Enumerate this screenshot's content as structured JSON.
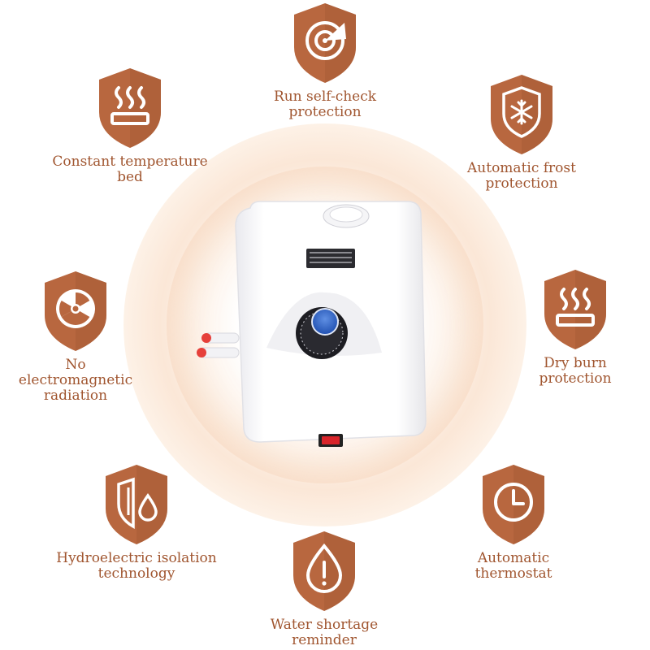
{
  "colors": {
    "badge": "#b8673f",
    "badge_dark": "#a55a35",
    "text": "#a0552f",
    "icon_line": "#ffffff"
  },
  "features": [
    {
      "id": "run-self-check",
      "icon": "gauge-icon",
      "label": "Run self-check\nprotection"
    },
    {
      "id": "constant-temperature",
      "icon": "heat-plate-icon",
      "label": "Constant temperature\nbed"
    },
    {
      "id": "automatic-frost",
      "icon": "snowflake-shield-icon",
      "label": "Automatic frost\nprotection"
    },
    {
      "id": "no-radiation",
      "icon": "radiation-icon",
      "label": "No\nelectromagnetic\nradiation"
    },
    {
      "id": "dry-burn",
      "icon": "heat-plate-icon",
      "label": "Dry burn\nprotection"
    },
    {
      "id": "hydroelectric-isolation",
      "icon": "shield-drop-icon",
      "label": "Hydroelectric isolation\ntechnology"
    },
    {
      "id": "automatic-thermostat",
      "icon": "clock-icon",
      "label": "Automatic\nthermostat"
    },
    {
      "id": "water-shortage",
      "icon": "water-drop-alert-icon",
      "label": "Water shortage\nreminder"
    }
  ]
}
